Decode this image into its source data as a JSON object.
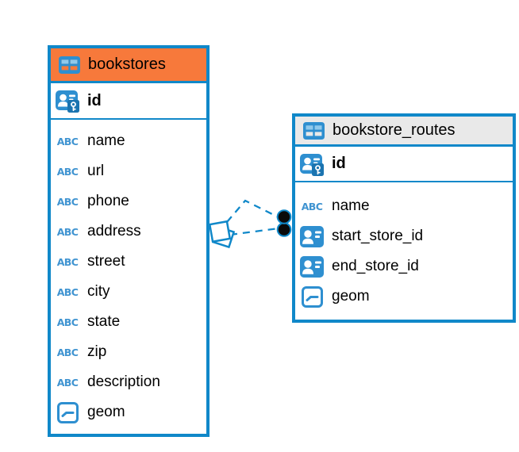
{
  "colors": {
    "table_border_blue": "#1088C9",
    "icon_blue": "#2E8FD0",
    "icon_blue_dark": "#1B74B0",
    "icon_cell_light": "#8FC9EC",
    "abc_text_blue": "#4094D1",
    "bookstores_header_bg": "#F7793B",
    "routes_header_bg": "#E9E9E9",
    "relationship_line_blue": "#1088C9",
    "endpoint_dot_black": "#0A0A0A",
    "text_black": "#000000"
  },
  "diagram": {
    "tables": [
      {
        "name": "bookstores",
        "header_icon": "table-icon",
        "header_color": "#F7793B",
        "columns": [
          {
            "name": "id",
            "icon": "primary-key"
          },
          {
            "name": "name",
            "icon": "text"
          },
          {
            "name": "url",
            "icon": "text"
          },
          {
            "name": "phone",
            "icon": "text"
          },
          {
            "name": "address",
            "icon": "text"
          },
          {
            "name": "street",
            "icon": "text"
          },
          {
            "name": "city",
            "icon": "text"
          },
          {
            "name": "state",
            "icon": "text"
          },
          {
            "name": "zip",
            "icon": "text"
          },
          {
            "name": "description",
            "icon": "text"
          },
          {
            "name": "geom",
            "icon": "geometry"
          }
        ]
      },
      {
        "name": "bookstore_routes",
        "header_icon": "table-icon",
        "header_color": "#E9E9E9",
        "columns": [
          {
            "name": "id",
            "icon": "primary-key"
          },
          {
            "name": "name",
            "icon": "text"
          },
          {
            "name": "start_store_id",
            "icon": "reference"
          },
          {
            "name": "end_store_id",
            "icon": "reference"
          },
          {
            "name": "geom",
            "icon": "geometry"
          }
        ]
      }
    ],
    "relationships": [
      {
        "from_table": "bookstores",
        "to_table": "bookstore_routes",
        "from_endpoint": "square",
        "to_endpoint": "dot",
        "line_style": "dashed"
      },
      {
        "from_table": "bookstores",
        "to_table": "bookstore_routes",
        "from_endpoint": "square",
        "to_endpoint": "dot",
        "line_style": "dashed"
      }
    ]
  }
}
